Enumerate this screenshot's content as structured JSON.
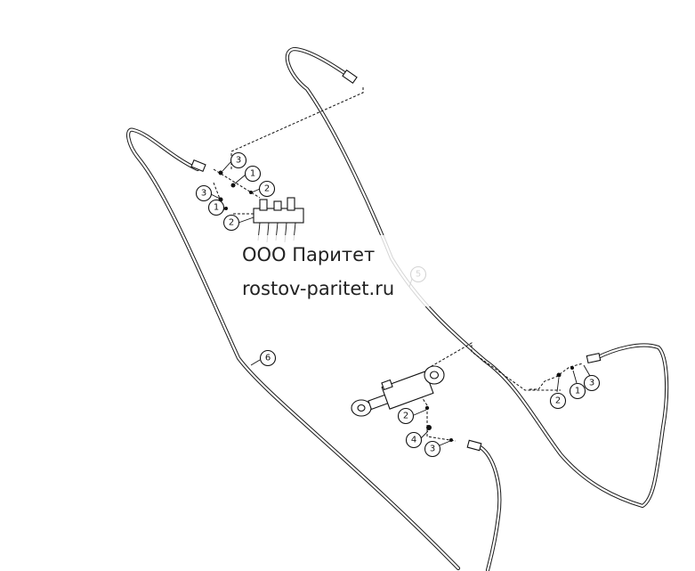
{
  "watermark": {
    "line1": "ООО Паритет",
    "line2": "rostov-paritet.ru"
  },
  "callouts": {
    "top_group_3": "3",
    "top_group_1": "1",
    "top_group_2": "2",
    "left_group_3": "3",
    "left_group_1": "1",
    "left_group_2": "2",
    "hose_5": "5",
    "hose_6": "6",
    "cyl_2": "2",
    "cyl_4": "4",
    "cyl_3": "3",
    "right_2": "2",
    "right_1": "1",
    "right_3": "3"
  },
  "colors": {
    "line": "#111111",
    "background": "#ffffff"
  }
}
